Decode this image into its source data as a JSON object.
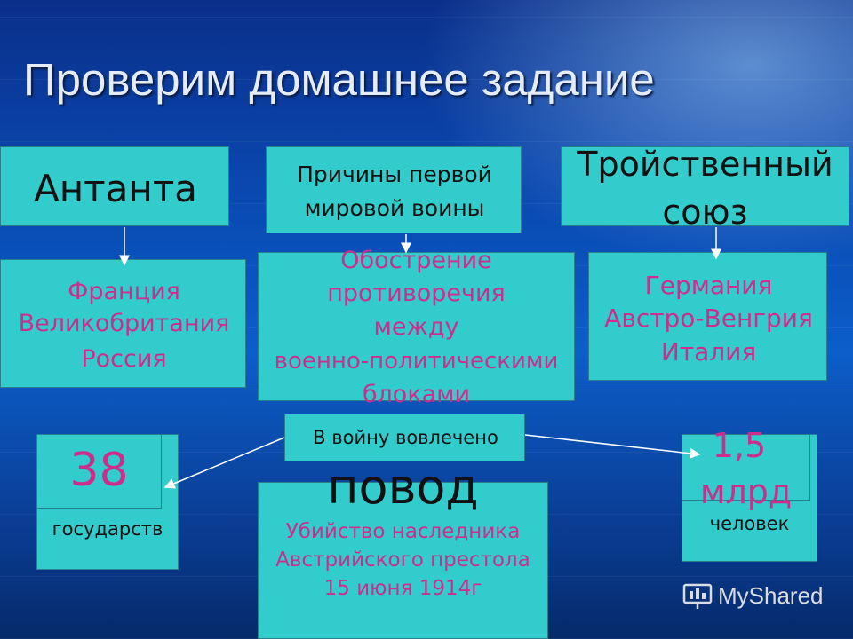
{
  "title": "Проверим домашнее задание",
  "antanta": {
    "header": "Антанта",
    "members": [
      "Франция",
      "Великобритания",
      "Россия"
    ]
  },
  "causes": {
    "header_line1": "Причины первой",
    "header_line2": "мировой воины",
    "lines": [
      "Обострение",
      "противоречия",
      "между",
      "военно-политическими",
      "блоками"
    ]
  },
  "triple": {
    "header_line1": "Тройственный",
    "header_line2": "союз",
    "members": [
      "Германия",
      "Австро-Венгрия",
      "Италия"
    ]
  },
  "involved_label": "В войну вовлечено",
  "states": {
    "number": "38",
    "label": "государств"
  },
  "people": {
    "number_line1": "1,5",
    "number_line2": "млрд",
    "label": "человек"
  },
  "pretext": {
    "header": "повод",
    "lines": [
      "Убийство наследника",
      "Австрийского престола",
      "15 июня 1914г"
    ]
  },
  "watermark": "MyShared",
  "colors": {
    "box": "#33cccc",
    "accent_text": "#cc2e8c"
  }
}
